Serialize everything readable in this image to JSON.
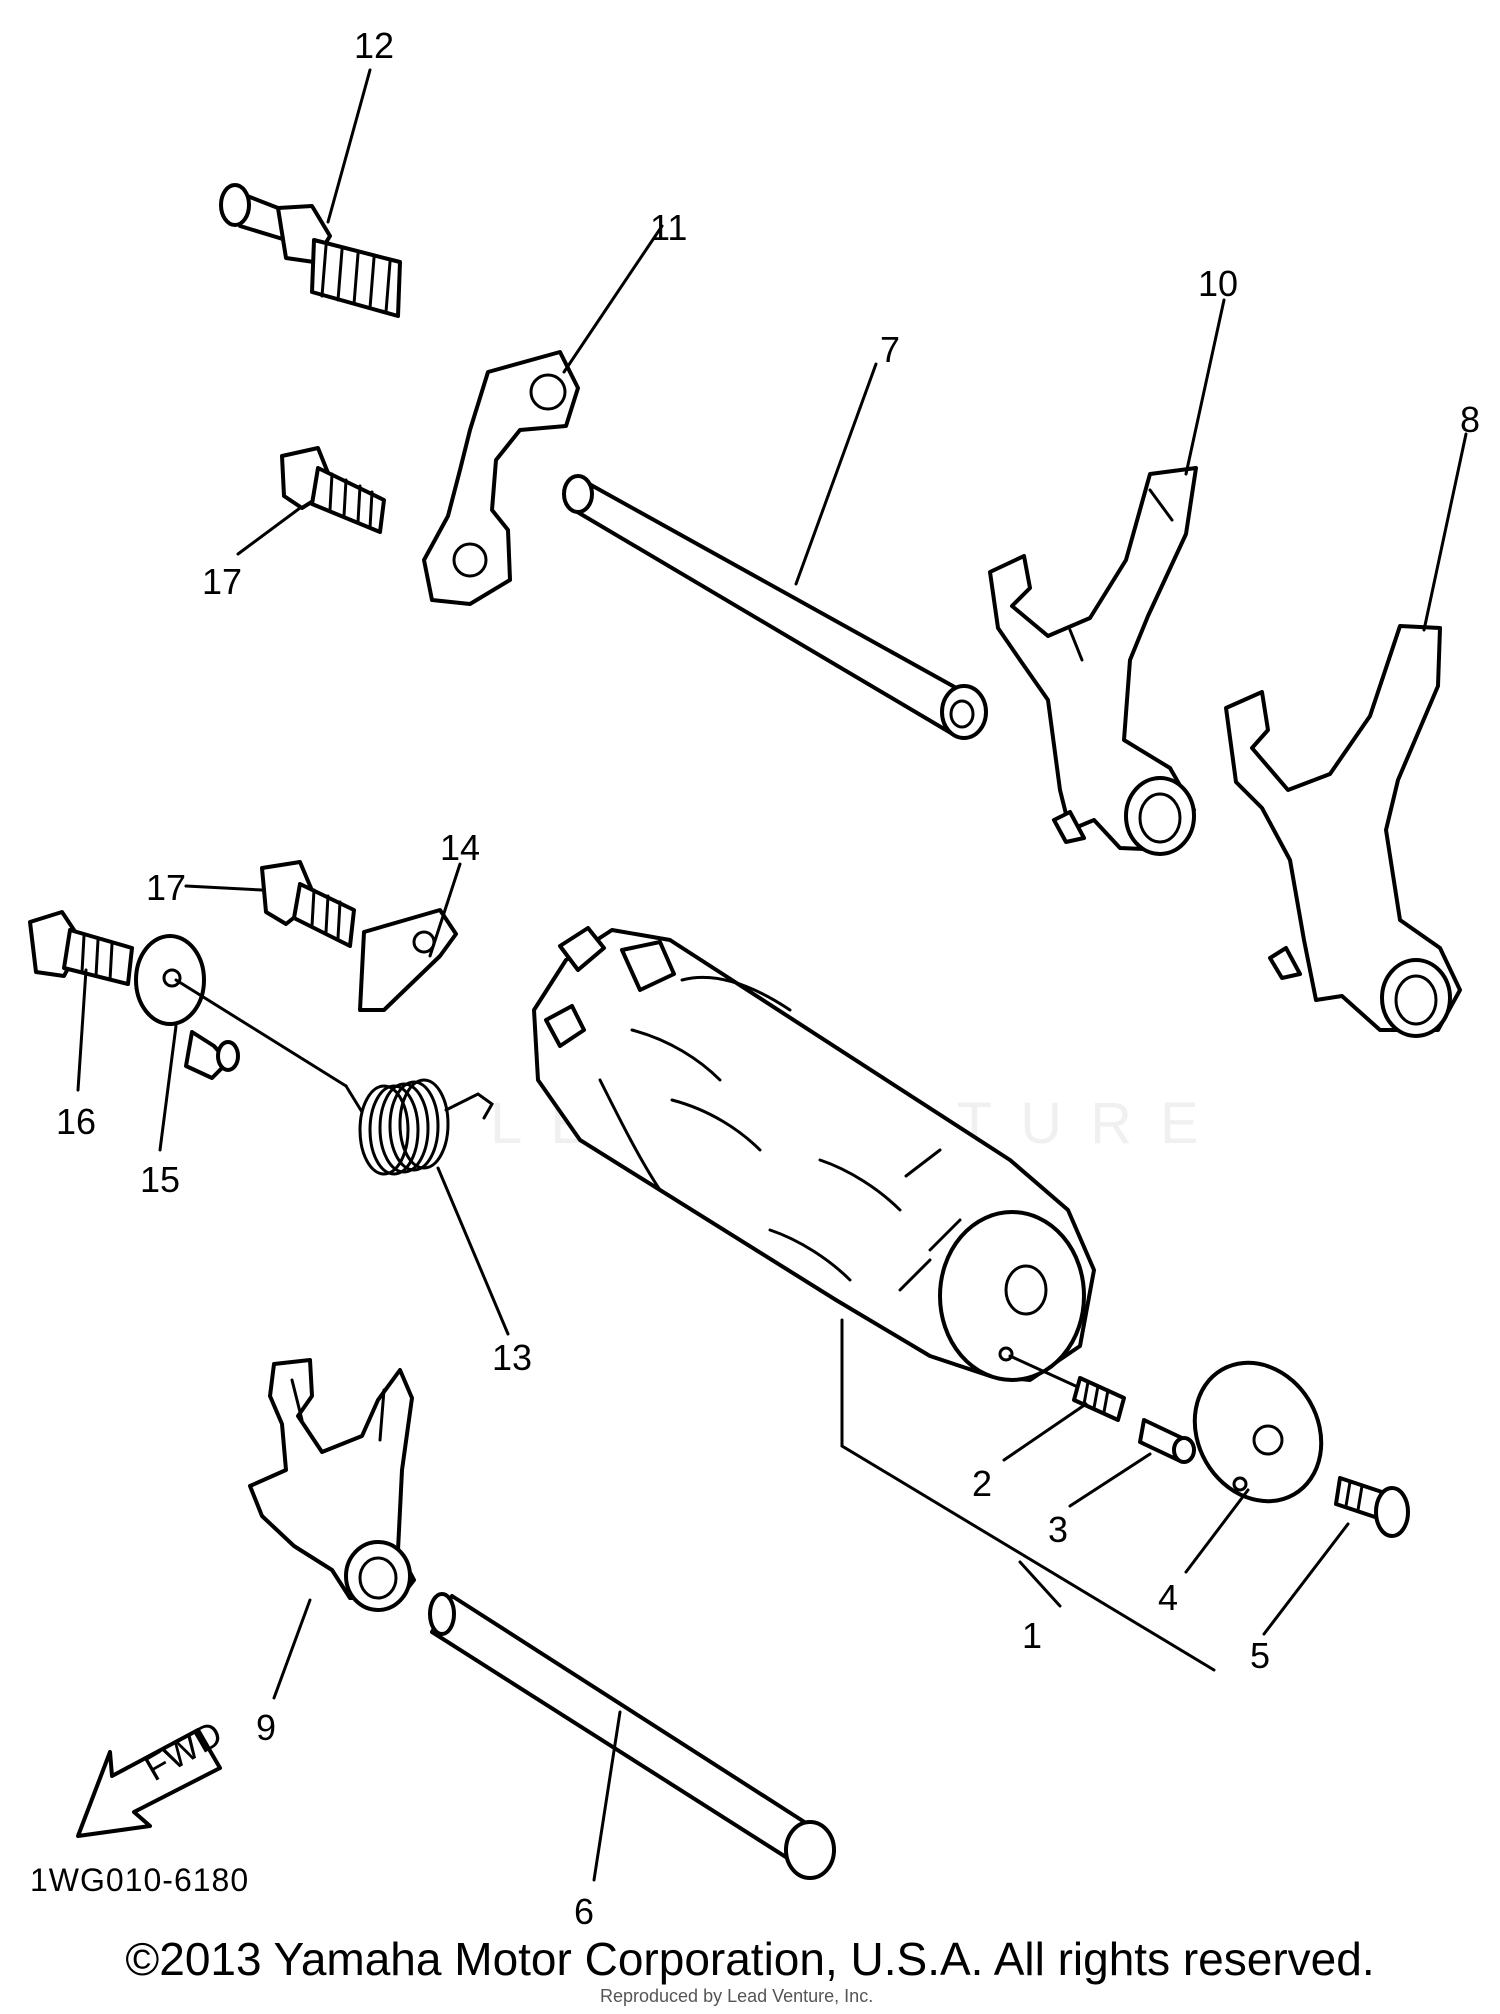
{
  "diagram": {
    "labels": [
      "12",
      "11",
      "10",
      "7",
      "8",
      "17",
      "17",
      "14",
      "16",
      "15",
      "13",
      "2",
      "3",
      "1",
      "4",
      "5",
      "9",
      "6"
    ],
    "part_code": "1WG010-6180",
    "fwd_text": "FWD",
    "copyright": "©2013 Yamaha Motor Corporation, U.S.A. All rights reserved.",
    "repro_note": "Reproduced by Lead Venture, Inc.",
    "watermark": "LEADVENTURE"
  }
}
